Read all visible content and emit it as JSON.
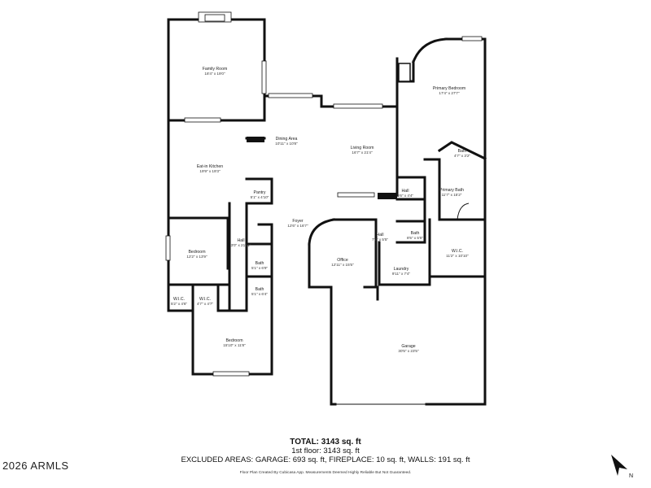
{
  "rooms": [
    {
      "name": "Family Room",
      "dims": "18'4\" x 19'0\""
    },
    {
      "name": "Dining Area",
      "dims": "10'11\" x 10'8\""
    },
    {
      "name": "Living Room",
      "dims": "16'7\" x 21'4\""
    },
    {
      "name": "Primary Bedroom",
      "dims": "17'4\" x 27'7\""
    },
    {
      "name": "Eat-in Kitchen",
      "dims": "19'9\" x 19'3\""
    },
    {
      "name": "Pantry",
      "dims": "5'1\" x 4'10\""
    },
    {
      "name": "Bath",
      "dims": "4'7\" x 3'2\""
    },
    {
      "name": "Hall",
      "dims": "5'6\" x 4'4\""
    },
    {
      "name": "Primary Bath",
      "dims": "11'7\" x 15'2\""
    },
    {
      "name": "Foyer",
      "dims": "12'6\" x 16'7\""
    },
    {
      "name": "Hall",
      "dims": "3'0\" x 21'11\""
    },
    {
      "name": "Bedroom",
      "dims": "12'2\" x 13'9\""
    },
    {
      "name": "Hall",
      "dims": "7'2\" x 5'5\""
    },
    {
      "name": "Bath",
      "dims": "8'5\" x 5'5\""
    },
    {
      "name": "W.I.C.",
      "dims": "11'2\" x 10'10\""
    },
    {
      "name": "Office",
      "dims": "12'11\" x 15'5\""
    },
    {
      "name": "Bath",
      "dims": "5'1\" x 6'9\""
    },
    {
      "name": "Laundry",
      "dims": "9'11\" x 7'4\""
    },
    {
      "name": "Bath",
      "dims": "5'1\" x 6'4\""
    },
    {
      "name": "W.I.C.",
      "dims": "5'2\" x 4'6\""
    },
    {
      "name": "W.I.C.",
      "dims": "4'7\" x 4'7\""
    },
    {
      "name": "Bedroom",
      "dims": "15'10\" x 11'8\""
    },
    {
      "name": "Garage",
      "dims": "30'5\" x 23'5\""
    }
  ],
  "summary": {
    "total": "TOTAL: 3143 sq. ft",
    "floor": "1st floor: 3143 sq. ft",
    "excluded": "EXCLUDED AREAS: GARAGE: 693 sq. ft, FIREPLACE: 10 sq. ft, WALLS: 191 sq. ft"
  },
  "credit": "Floor Plan Created By Cubicasa App. Measurements Deemed Highly Reliable But Not Guaranteed.",
  "copyright": "2026 ARMLS",
  "compass_label": "N",
  "colors": {
    "wall": "#111111",
    "background": "#ffffff"
  }
}
